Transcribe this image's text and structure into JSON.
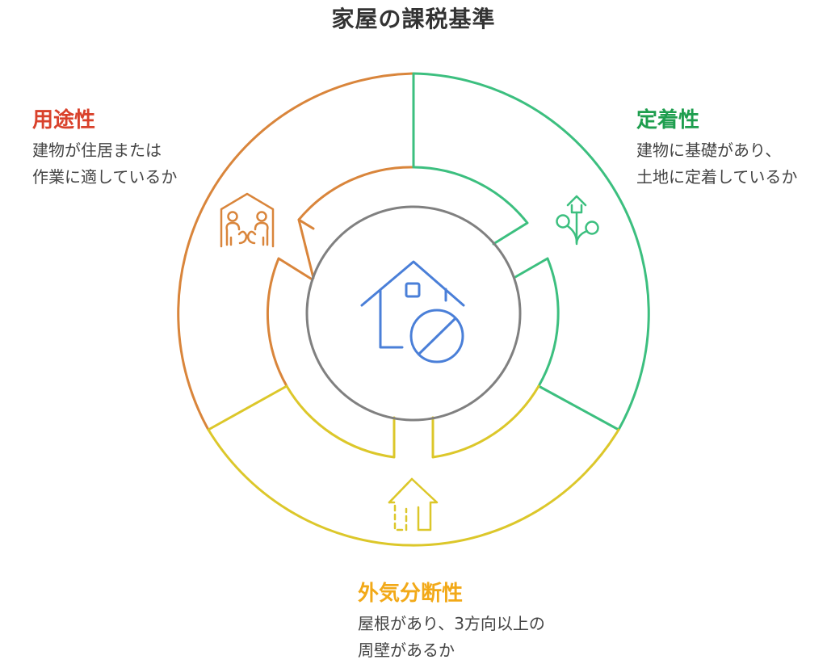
{
  "title": "家屋の課税基準",
  "center": {
    "icon": "house-prohibited-icon",
    "color": "#4A7FD8",
    "ring_color": "#808080"
  },
  "segments": [
    {
      "id": "usage",
      "title": "用途性",
      "description": "建物が住居または\n作業に適しているか",
      "title_color": "#D9412B",
      "stroke_color": "#D9853B",
      "icon": "family-house-icon"
    },
    {
      "id": "fixity",
      "title": "定着性",
      "description": "建物に基礎があり、\n土地に定着しているか",
      "title_color": "#1E9E4E",
      "stroke_color": "#3CBF7F",
      "icon": "rooted-house-icon"
    },
    {
      "id": "enclosure",
      "title": "外気分断性",
      "description": "屋根があり、3方向以上の\n周壁があるか",
      "title_color": "#F2A918",
      "stroke_color": "#DCC72A",
      "icon": "partial-wall-house-icon"
    }
  ]
}
